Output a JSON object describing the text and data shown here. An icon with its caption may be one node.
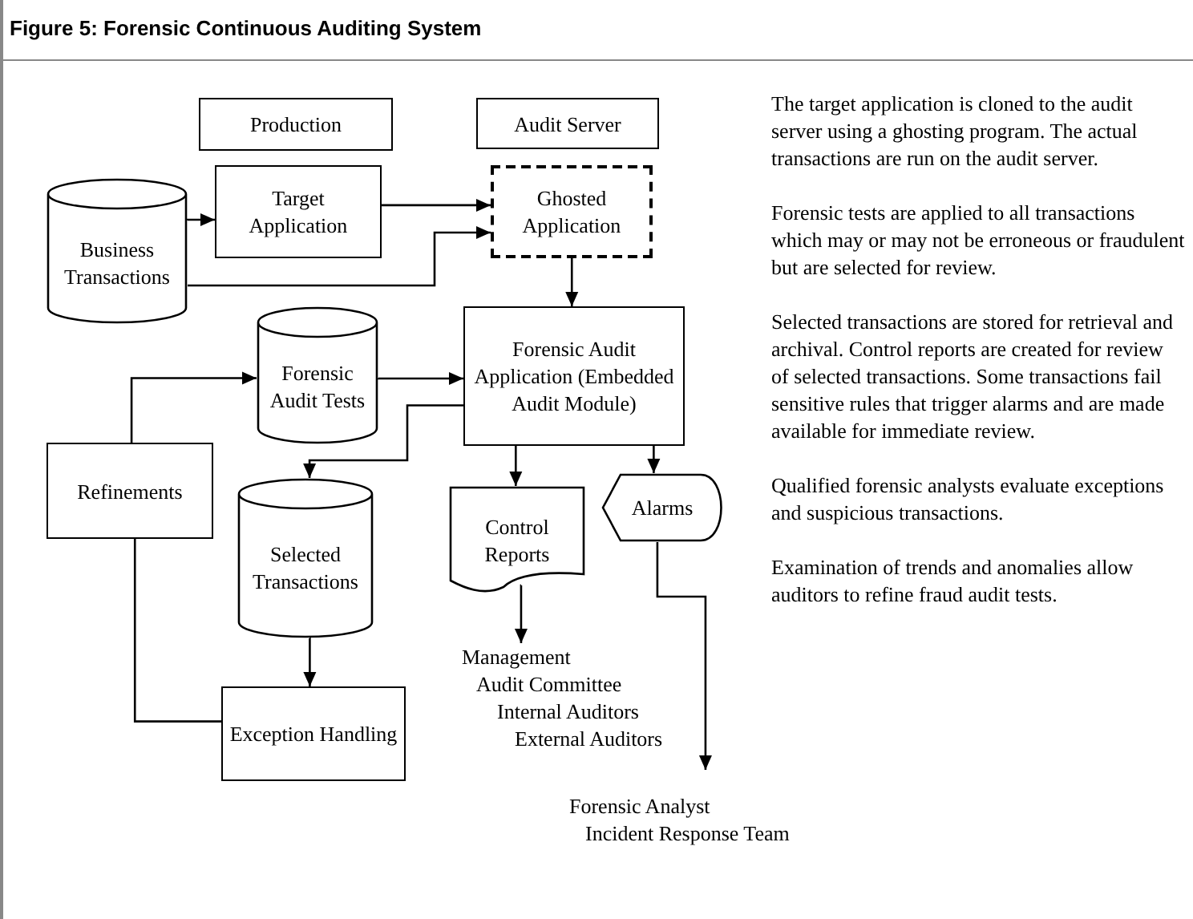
{
  "diagram": {
    "title": "Figure 5:  Forensic Continuous Auditing System",
    "nodes": [
      {
        "text": [
          "Production"
        ]
      },
      {
        "text": [
          "Audit Server"
        ]
      },
      {
        "text": [
          "Business Transactions"
        ]
      },
      {
        "text": [
          "Target Application"
        ]
      },
      {
        "text": [
          "Ghosted Application"
        ]
      },
      {
        "text": [
          "Forensic Audit Tests"
        ]
      },
      {
        "text": [
          "Forensic Audit Application (Embedded Audit Module)"
        ]
      },
      {
        "text": [
          "Refinements"
        ]
      },
      {
        "text": [
          "Selected Transactions"
        ]
      },
      {
        "text": [
          "Control Reports"
        ]
      },
      {
        "text": [
          "Alarms"
        ]
      },
      {
        "text": [
          "Exception Handling"
        ]
      },
      {
        "text": [
          "Management",
          "Audit Committee",
          "Internal Auditors",
          "External Auditors"
        ]
      },
      {
        "text": [
          "Forensic Analyst",
          "Incident Response Team"
        ]
      }
    ],
    "edges": [
      {
        "from": 2,
        "to": 3,
        "arrow": "to"
      },
      {
        "from": 3,
        "to": 4,
        "arrow": "to"
      },
      {
        "from": 2,
        "to": 4,
        "arrow": "to"
      },
      {
        "from": 4,
        "to": 6,
        "arrow": "to"
      },
      {
        "from": 5,
        "to": 6,
        "arrow": "to"
      },
      {
        "from": 6,
        "to": 8,
        "arrow": "to"
      },
      {
        "from": 6,
        "to": 9,
        "arrow": "to"
      },
      {
        "from": 6,
        "to": 10,
        "arrow": "to"
      },
      {
        "from": 8,
        "to": 11,
        "arrow": "to"
      },
      {
        "from": 11,
        "to": 7,
        "arrow": "none"
      },
      {
        "from": 7,
        "to": 5,
        "arrow": "to"
      },
      {
        "from": 9,
        "to": 12,
        "arrow": "to"
      },
      {
        "from": 10,
        "to": 13,
        "arrow": "to"
      }
    ],
    "labels": [
      "The target application is cloned to the audit server using a ghosting program. The actual transactions are run on the audit server.",
      "Forensic tests are applied to all transactions which may or may not be erroneous or fraudulent but are selected for review.",
      "Selected transactions are stored for retrieval and archival. Control reports are created for review of selected transactions. Some transactions fail sensitive rules that trigger alarms and are made available for immediate review.",
      "Qualified forensic analysts evaluate exceptions and suspicious transactions.",
      "Examination of trends and anomalies allow auditors to refine fraud audit tests."
    ]
  }
}
